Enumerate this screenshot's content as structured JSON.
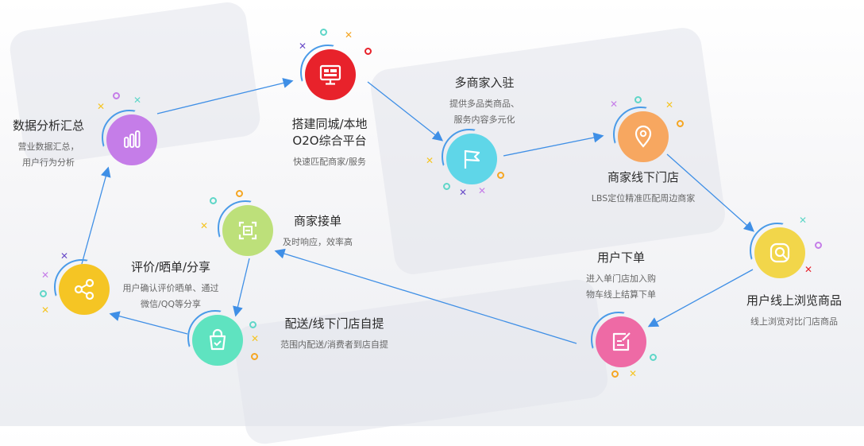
{
  "nodes": {
    "platform": {
      "title": "搭建同城/本地",
      "title2": "O2O综合平台",
      "desc": "快速匹配商家/服务",
      "color": "#e8222b"
    },
    "multi_merchant": {
      "title": "多商家入驻",
      "desc1": "提供多品类商品、",
      "desc2": "服务内容多元化",
      "color": "#5fd6e8"
    },
    "offline_store": {
      "title": "商家线下门店",
      "desc": "LBS定位精准匹配周边商家",
      "color": "#f7a760"
    },
    "browse": {
      "title": "用户线上浏览商品",
      "desc": "线上浏览对比门店商品",
      "color": "#f2d64a"
    },
    "order": {
      "title": "用户下单",
      "desc1": "进入单门店加入购",
      "desc2": "物车线上结算下单",
      "color": "#ee6aa5"
    },
    "accept": {
      "title": "商家接单",
      "desc": "及时响应，效率高",
      "color": "#bde07a"
    },
    "delivery": {
      "title": "配送/线下门店自提",
      "desc": "范围内配送/消费者到店自提",
      "color": "#5fe3c0"
    },
    "review": {
      "title": "评价/晒单/分享",
      "desc1": "用户确认评价晒单、通过",
      "desc2": "微信/QQ等分享",
      "color": "#f5c524"
    },
    "analytics": {
      "title": "数据分析汇总",
      "desc1": "营业数据汇总，",
      "desc2": "用户行为分析",
      "color": "#c57de8"
    }
  },
  "colors": {
    "arrow": "#3f8fe6",
    "ring": "#4a9be8"
  },
  "icons": [
    "monitor-icon",
    "flag-icon",
    "location-pin-icon",
    "search-icon",
    "edit-icon",
    "scan-icon",
    "shopping-bag-icon",
    "share-icon",
    "bar-chart-icon"
  ]
}
